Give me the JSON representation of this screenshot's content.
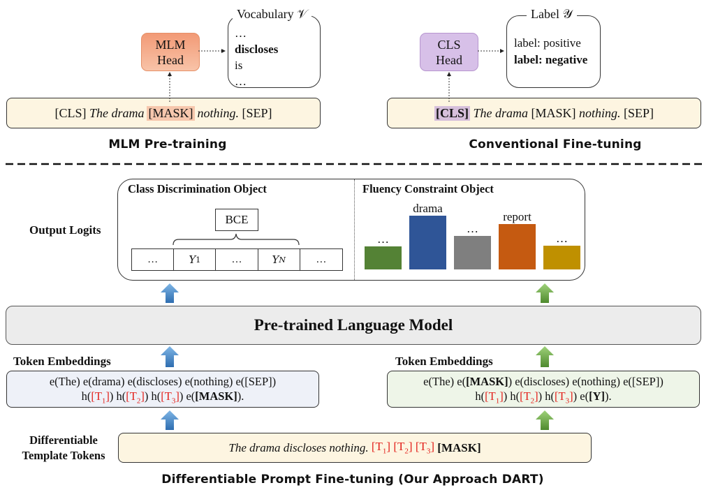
{
  "top_left": {
    "caption": "MLM Pre-training",
    "head": {
      "line1": "MLM",
      "line2": "Head"
    },
    "vocab_box": {
      "title": "Vocabulary 𝒱",
      "items": [
        "…",
        "discloses",
        "is",
        "…"
      ],
      "bold_item_index": 1
    },
    "sequence": {
      "cls": "[CLS]",
      "text1": "The drama",
      "mask": "[MASK]",
      "text2": "nothing.",
      "sep": "[SEP]"
    }
  },
  "top_right": {
    "caption": "Conventional Fine-tuning",
    "head": {
      "line1": "CLS",
      "line2": "Head"
    },
    "label_box": {
      "title": "Label 𝒴",
      "items": [
        "label: positive",
        "label: negative"
      ],
      "bold_item_index": 1
    },
    "sequence": {
      "cls": "[CLS]",
      "text1": "The drama",
      "mask": "[MASK]",
      "text2": "nothing.",
      "sep": "[SEP]"
    }
  },
  "output": {
    "row_label": "Output Logits",
    "class_discrimination": {
      "title": "Class Discrimination Object",
      "loss_label": "BCE",
      "cells": [
        "…",
        "Y",
        "…",
        "Y",
        "…"
      ],
      "cell_subscripts": [
        "",
        "1",
        "",
        "N",
        ""
      ]
    },
    "fluency_constraint": {
      "title": "Fluency Constraint Object"
    }
  },
  "chart_data": {
    "type": "bar",
    "title": "Fluency Constraint Object",
    "categories": [
      "…",
      "drama",
      "…",
      "report",
      "…"
    ],
    "values": [
      0.33,
      0.77,
      0.48,
      0.65,
      0.34
    ],
    "colors": [
      "#548235",
      "#2f5597",
      "#7f7f7f",
      "#c55a11",
      "#bf9000"
    ],
    "xlabel": "",
    "ylabel": "",
    "ylim": [
      0,
      1
    ],
    "grid": false,
    "legend": "none"
  },
  "plm": {
    "label": "Pre-trained Language Model"
  },
  "embeddings_left": {
    "label": "Token Embeddings",
    "line1": "e(The) e(drama) e(discloses) e(nothing) e([SEP])",
    "h": "h(",
    "close": ")",
    "t1": "[T",
    "t1_sub": "1",
    "t_close": "]",
    "t2_sub": "2",
    "t3_sub": "3",
    "e_open": "e(",
    "final_token": "[MASK]",
    "end": ")."
  },
  "embeddings_right": {
    "label": "Token Embeddings",
    "line1_a": "e(The) e(",
    "line1_mask": "[MASK]",
    "line1_b": ") e(discloses) e(nothing) e([SEP])",
    "h": "h(",
    "close": ")",
    "t1": "[T",
    "t1_sub": "1",
    "t_close": "]",
    "t2_sub": "2",
    "t3_sub": "3",
    "e_open": "e(",
    "final_token": "[Y]",
    "end": ")."
  },
  "template": {
    "label_line1": "Differentiable",
    "label_line2": "Template Tokens",
    "sentence": "The drama discloses nothing.",
    "t_open": "[T",
    "t_close": "]",
    "subs": [
      "1",
      "2",
      "3"
    ],
    "mask": "[MASK]"
  },
  "bottom_caption": "Differentiable Prompt Fine-tuning (Our Approach DART)",
  "colors": {
    "mlm_head": "#f4a582",
    "cls_head": "#d4bce6",
    "sequence_bg": "#fdf5e1",
    "left_embed_bg": "#eef1f8",
    "right_embed_bg": "#eef5e8",
    "plm_bg": "#ececec",
    "blue_arrow": "#4a90d0",
    "green_arrow": "#6fae45",
    "template_red": "#e3201b"
  }
}
